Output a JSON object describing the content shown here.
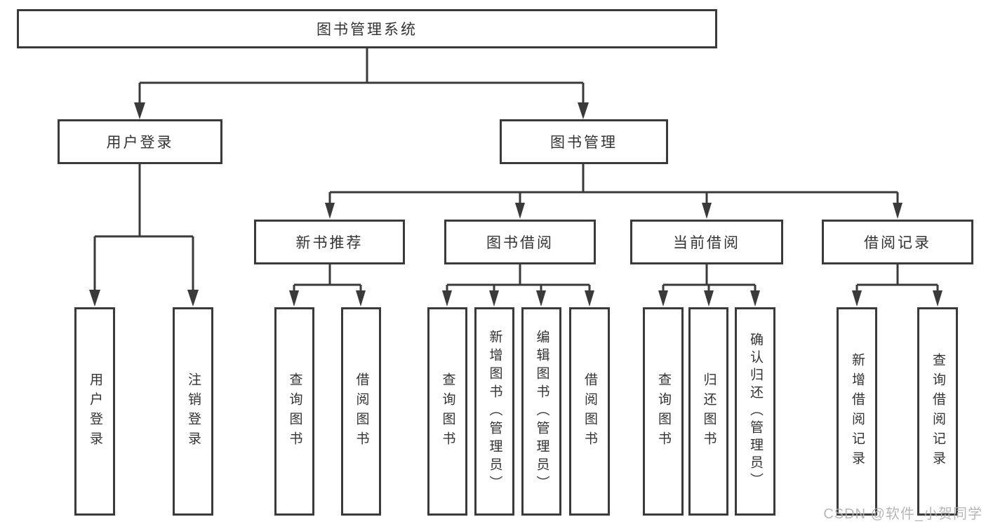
{
  "diagram": {
    "root": {
      "label": "图书管理系统"
    },
    "children": [
      {
        "label": "用户登录",
        "children": [
          {
            "label": "用户登录"
          },
          {
            "label": "注销登录"
          }
        ]
      },
      {
        "label": "图书管理",
        "children": [
          {
            "label": "新书推荐",
            "children": [
              {
                "label": "查询图书"
              },
              {
                "label": "借阅图书"
              }
            ]
          },
          {
            "label": "图书借阅",
            "children": [
              {
                "label": "查询图书"
              },
              {
                "label": "新增图书（管理员）"
              },
              {
                "label": "编辑图书（管理员）"
              },
              {
                "label": "借阅图书"
              }
            ]
          },
          {
            "label": "当前借阅",
            "children": [
              {
                "label": "查询图书"
              },
              {
                "label": "归还图书"
              },
              {
                "label": "确认归还（管理员）"
              }
            ]
          },
          {
            "label": "借阅记录",
            "children": [
              {
                "label": "新增借阅记录"
              },
              {
                "label": "查询借阅记录"
              }
            ]
          }
        ]
      }
    ]
  },
  "watermark": "CSDN @软件_小贺同学",
  "colors": {
    "line": "#3a3a3a",
    "text": "#333333",
    "watermark": "#afafaf",
    "background": "#ffffff"
  }
}
